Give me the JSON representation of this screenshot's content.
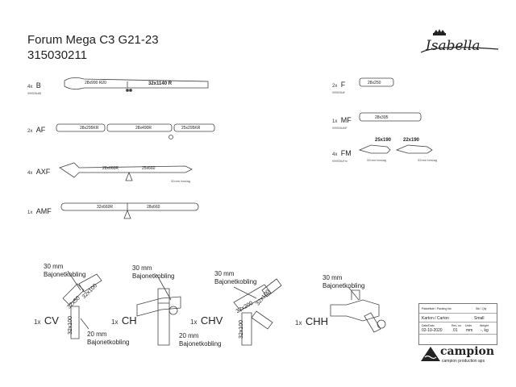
{
  "header": {
    "product": "Forum Mega C3 G21-23",
    "number": "315030211"
  },
  "parts": [
    {
      "qty": "4x",
      "code": "B",
      "sub": "999535ull8",
      "dims": [
        "28x990 R20",
        "32x1140 R"
      ]
    },
    {
      "qty": "2x",
      "code": "AF",
      "sub": "",
      "dims": [
        "28x295KR",
        "28x490R",
        "25x295KR"
      ]
    },
    {
      "qty": "4x",
      "code": "AXF",
      "sub": "",
      "dims": [
        "28x660R",
        "25x660"
      ],
      "note": "32mm beslag"
    },
    {
      "qty": "1x",
      "code": "AMF",
      "sub": "",
      "dims": [
        "32x660R",
        "28x660"
      ]
    },
    {
      "qty": "2x",
      "code": "F",
      "sub": "999535uff",
      "dims": [
        "28x250"
      ]
    },
    {
      "qty": "1x",
      "code": "MF",
      "sub": "999535uMF",
      "dims": [
        "28x395"
      ]
    },
    {
      "qty": "4x",
      "code": "FM",
      "sub": "999535uFm",
      "dims": [
        "25x190",
        "22x190"
      ],
      "notes": [
        "32mm beslag",
        "32mm beslag"
      ]
    }
  ],
  "connectors": [
    {
      "qty": "1x",
      "code": "CV",
      "top_note": "30 mm\nBajonetkobling",
      "bottom_note": "20 mm\nBajonetkobling",
      "dims": [
        "32x50",
        "32x100",
        "32x100"
      ]
    },
    {
      "qty": "1x",
      "code": "CH",
      "top_note": "30 mm\nBajonetkobling",
      "dims": []
    },
    {
      "qty": "1x",
      "code": "CHV",
      "top_note": "30 mm\nBajonetkobling",
      "bottom_note": "20 mm\nBajonetkobling",
      "dims": [
        "32x200",
        "32x100",
        "32x100"
      ]
    },
    {
      "qty": "1x",
      "code": "CHH",
      "top_note": "30 mm\nBajonetkobling",
      "dims": []
    }
  ],
  "title_block": {
    "row1": "Pakkeliste / Packing list",
    "row1b": "Stk / Qty",
    "row2": "Karton / Carton",
    "row2b": "Small",
    "h1": "Date/Dato",
    "h2": "Rev. no",
    "h3": "Units",
    "h4": "Weight",
    "v1": "02-10-2020",
    "v2": "01",
    "v3": "mm",
    "v4": "-, kg"
  },
  "brand": {
    "logo_text": "Isabella",
    "company": "campion",
    "company_sub": "campion production aps"
  }
}
